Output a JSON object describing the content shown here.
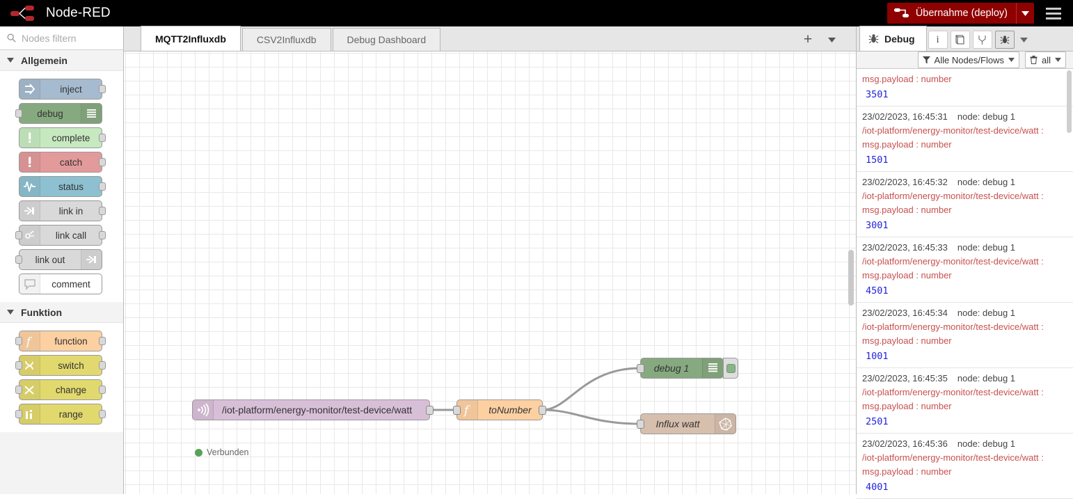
{
  "header": {
    "logo_icon": "node-red-logo-icon",
    "title": "Node-RED",
    "deploy_label": "Übernahme (deploy)",
    "deploy_color": "#8f0000",
    "deploy_caret_icon": "chevron-down-icon",
    "menu_icon": "hamburger-menu-icon"
  },
  "palette": {
    "search_placeholder": "Nodes filtern",
    "search_icon": "search-icon",
    "categories": [
      {
        "label": "Allgemein",
        "chevron_icon": "chevron-down-icon",
        "nodes": [
          {
            "label": "inject",
            "icon": "inject-arrow-icon",
            "color": "#a6bbcf",
            "icon_side": "left",
            "has_in": false,
            "has_out": true
          },
          {
            "label": "debug",
            "icon": "debug-lines-icon",
            "color": "#87a980",
            "icon_side": "right",
            "has_in": true,
            "has_out": false
          },
          {
            "label": "complete",
            "icon": "exclamation-icon",
            "color": "#c7e9c0",
            "icon_side": "left",
            "has_in": false,
            "has_out": true
          },
          {
            "label": "catch",
            "icon": "exclamation-icon",
            "color": "#e29a9a",
            "icon_side": "left",
            "has_in": false,
            "has_out": true
          },
          {
            "label": "status",
            "icon": "pulse-wave-icon",
            "color": "#8dc0d0",
            "icon_side": "left",
            "has_in": false,
            "has_out": true
          },
          {
            "label": "link in",
            "icon": "link-in-icon",
            "color": "#d9d9d9",
            "icon_side": "left",
            "has_in": false,
            "has_out": true
          },
          {
            "label": "link call",
            "icon": "link-call-icon",
            "color": "#d9d9d9",
            "icon_side": "left",
            "has_in": true,
            "has_out": true
          },
          {
            "label": "link out",
            "icon": "link-out-icon",
            "color": "#d9d9d9",
            "icon_side": "right",
            "has_in": true,
            "has_out": false
          },
          {
            "label": "comment",
            "icon": "comment-bubble-icon",
            "color": "#ffffff",
            "icon_side": "left",
            "has_in": false,
            "has_out": false
          }
        ]
      },
      {
        "label": "Funktion",
        "chevron_icon": "chevron-down-icon",
        "nodes": [
          {
            "label": "function",
            "icon": "function-f-icon",
            "color": "#fdd0a2",
            "icon_side": "left",
            "has_in": true,
            "has_out": true
          },
          {
            "label": "switch",
            "icon": "switch-icon",
            "color": "#e2d96e",
            "icon_side": "left",
            "has_in": true,
            "has_out": true
          },
          {
            "label": "change",
            "icon": "change-icon",
            "color": "#e2d96e",
            "icon_side": "left",
            "has_in": true,
            "has_out": true
          },
          {
            "label": "range",
            "icon": "range-icon",
            "color": "#e2d96e",
            "icon_side": "left",
            "has_in": true,
            "has_out": true
          }
        ]
      }
    ]
  },
  "workspace": {
    "tabs": [
      {
        "label": "MQTT2Influxdb",
        "active": true
      },
      {
        "label": "CSV2Influxdb",
        "active": false
      },
      {
        "label": "Debug Dashboard",
        "active": false
      }
    ],
    "add_tab_icon": "plus-icon",
    "tab_menu_icon": "chevron-down-icon",
    "flow_nodes": [
      {
        "id": "mqtt-in",
        "label": "/iot-platform/energy-monitor/test-device/watt",
        "icon": "mqtt-signal-icon",
        "color": "#d8bfd8",
        "status": "Verbunden",
        "status_color": "#5aa15a"
      },
      {
        "id": "to-number",
        "label": "toNumber",
        "icon": "function-f-icon",
        "color": "#fdd0a2"
      },
      {
        "id": "debug-1",
        "label": "debug 1",
        "icon": "debug-lines-icon",
        "color": "#87a980"
      },
      {
        "id": "influx",
        "label": "Influx watt",
        "icon": "influxdb-icon",
        "color": "#d7bfae"
      }
    ]
  },
  "sidebar": {
    "tab_label": "Debug",
    "tab_icon": "bug-icon",
    "tools": [
      {
        "icon": "info-icon",
        "name": "information",
        "active": false
      },
      {
        "icon": "book-icon",
        "name": "help",
        "active": false
      },
      {
        "icon": "config-icon",
        "name": "config-nodes",
        "active": false
      },
      {
        "icon": "bug-icon",
        "name": "debug",
        "active": true
      }
    ],
    "expand_icon": "chevron-down-icon",
    "filter": {
      "icon": "filter-icon",
      "label": "Alle Nodes/Flows",
      "caret_icon": "chevron-down-icon"
    },
    "clear": {
      "icon": "trash-icon",
      "label": "all",
      "caret_icon": "chevron-down-icon"
    },
    "messages": [
      {
        "partial": true,
        "timestamp": "",
        "node": "",
        "topic": "",
        "property": "msg.payload : number",
        "value": "3501"
      },
      {
        "partial": false,
        "timestamp": "23/02/2023, 16:45:31",
        "node": "node: debug 1",
        "topic": "/iot-platform/energy-monitor/test-device/watt :",
        "property": "msg.payload : number",
        "value": "1501"
      },
      {
        "partial": false,
        "timestamp": "23/02/2023, 16:45:32",
        "node": "node: debug 1",
        "topic": "/iot-platform/energy-monitor/test-device/watt :",
        "property": "msg.payload : number",
        "value": "3001"
      },
      {
        "partial": false,
        "timestamp": "23/02/2023, 16:45:33",
        "node": "node: debug 1",
        "topic": "/iot-platform/energy-monitor/test-device/watt :",
        "property": "msg.payload : number",
        "value": "4501"
      },
      {
        "partial": false,
        "timestamp": "23/02/2023, 16:45:34",
        "node": "node: debug 1",
        "topic": "/iot-platform/energy-monitor/test-device/watt :",
        "property": "msg.payload : number",
        "value": "1001"
      },
      {
        "partial": false,
        "timestamp": "23/02/2023, 16:45:35",
        "node": "node: debug 1",
        "topic": "/iot-platform/energy-monitor/test-device/watt :",
        "property": "msg.payload : number",
        "value": "2501"
      },
      {
        "partial": false,
        "timestamp": "23/02/2023, 16:45:36",
        "node": "node: debug 1",
        "topic": "/iot-platform/energy-monitor/test-device/watt :",
        "property": "msg.payload : number",
        "value": "4001"
      }
    ]
  }
}
